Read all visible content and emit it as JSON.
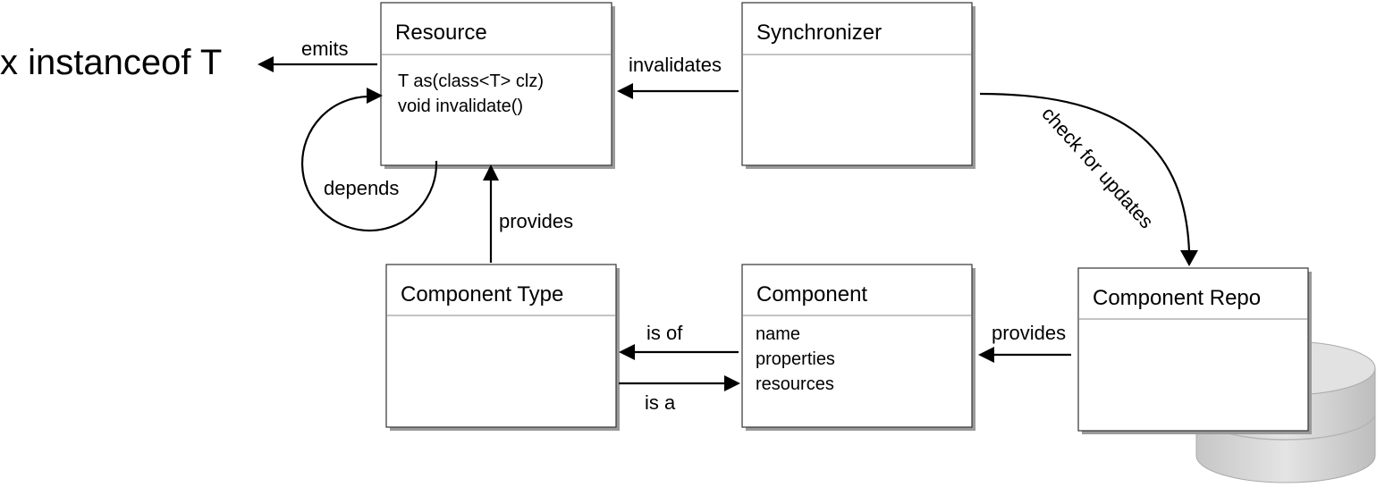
{
  "classes": {
    "resource": {
      "title": "Resource",
      "attributes": [
        "T as(class<T> clz)",
        "void invalidate()"
      ]
    },
    "synchronizer": {
      "title": "Synchronizer",
      "attributes": []
    },
    "component_type": {
      "title": "Component Type",
      "attributes": []
    },
    "component": {
      "title": "Component",
      "attributes": [
        "name",
        "properties",
        "resources"
      ]
    },
    "component_repo": {
      "title": "Component  Repo",
      "attributes": []
    }
  },
  "external": {
    "instanceof": "x instanceof T"
  },
  "edges": {
    "emits": "emits",
    "invalidates": "invalidates",
    "depends": "depends",
    "provides_type": "provides",
    "check_for_updates": "check for updates",
    "is_of": "is of",
    "is_a": "is a",
    "provides_repo": "provides"
  },
  "colors": {
    "stroke": "#333333",
    "shadow": "#9a9a9a",
    "database": "#d3d3d3"
  },
  "icons": {
    "repo_storage": "database-cylinder-icon"
  }
}
